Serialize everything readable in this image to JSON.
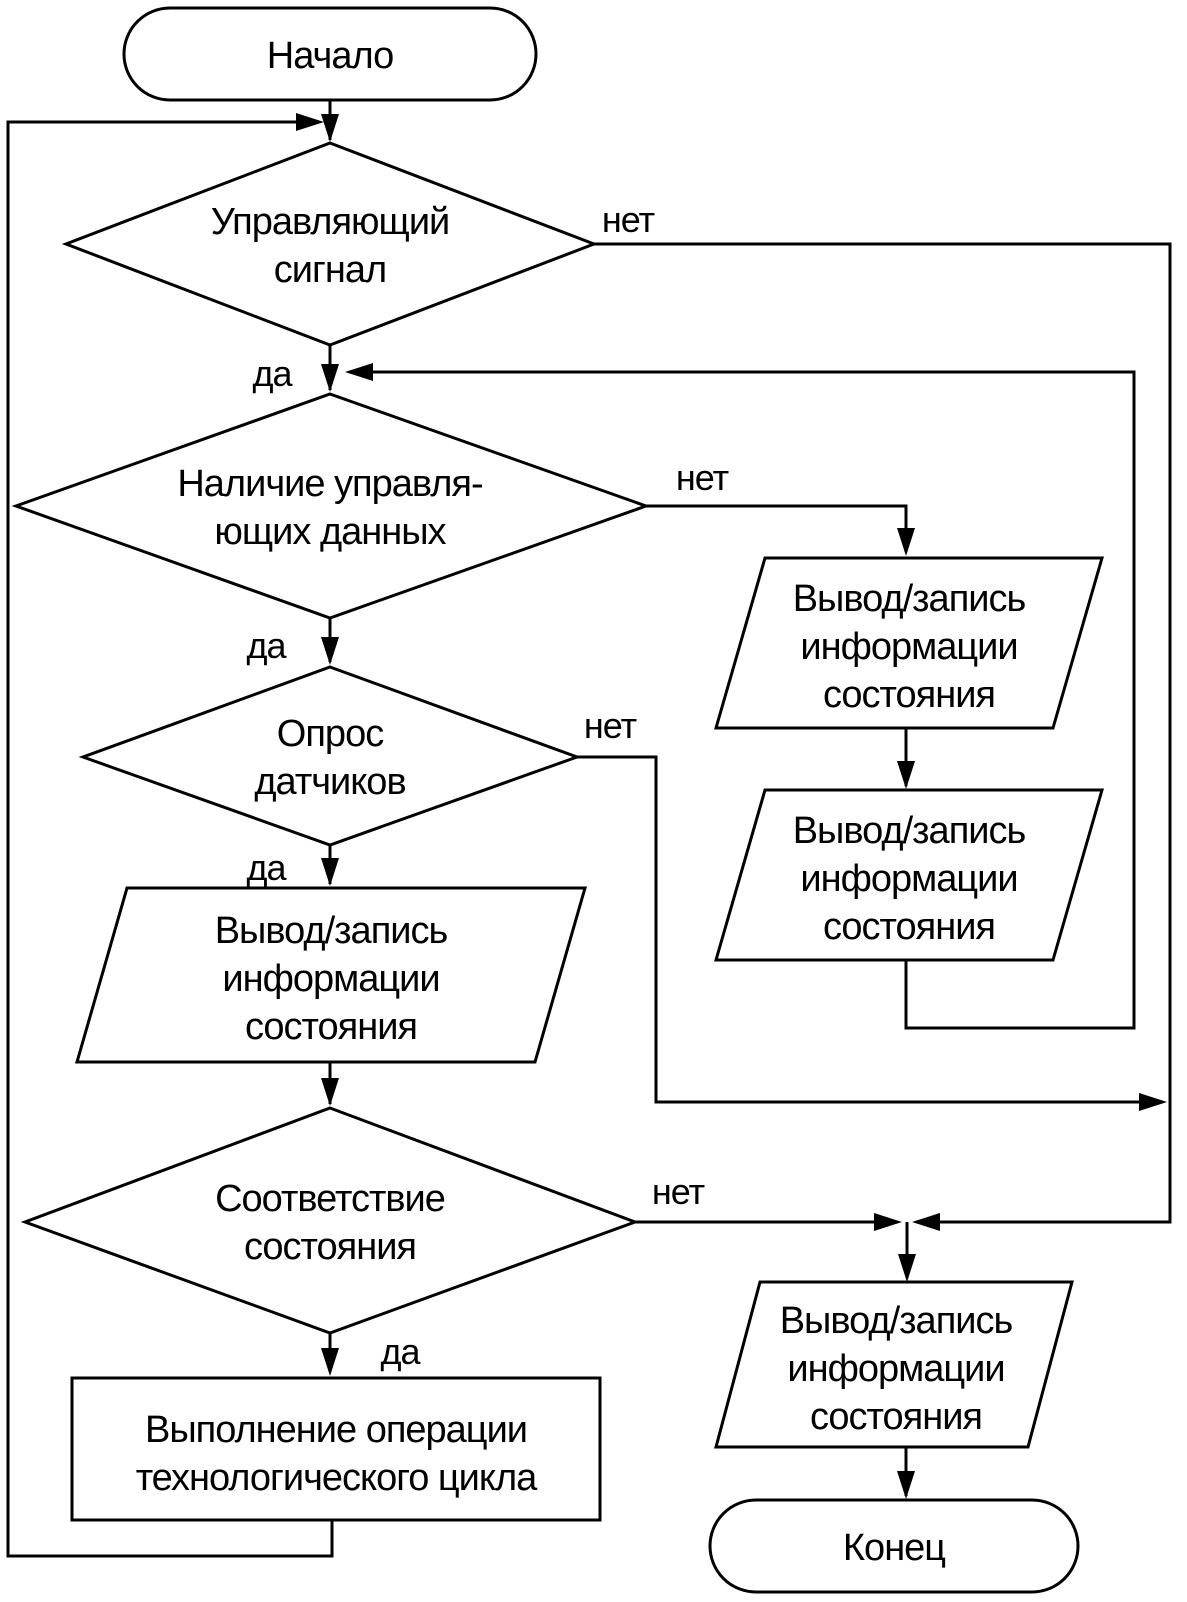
{
  "flowchart": {
    "nodes": {
      "start": {
        "label": "Начало"
      },
      "decision_control_signal": {
        "line1": "Управляющий",
        "line2": "сигнал"
      },
      "decision_control_data": {
        "line1": "Наличие управля-",
        "line2": "ющих данных"
      },
      "decision_sensor_poll": {
        "line1": "Опрос",
        "line2": "датчиков"
      },
      "io_state_left": {
        "line1": "Вывод/запись",
        "line2": "информации",
        "line3": "состояния"
      },
      "decision_state_match": {
        "line1": "Соответствие",
        "line2": "состояния"
      },
      "process_tech_cycle": {
        "line1": "Выполнение операции",
        "line2": "технологического цикла"
      },
      "io_state_right1": {
        "line1": "Вывод/запись",
        "line2": "информации",
        "line3": "состояния"
      },
      "io_state_right2": {
        "line1": "Вывод/запись",
        "line2": "информации",
        "line3": "состояния"
      },
      "io_state_right3": {
        "line1": "Вывод/запись",
        "line2": "информации",
        "line3": "состояния"
      },
      "end": {
        "label": "Конец"
      }
    },
    "branch_labels": {
      "d1_yes": "да",
      "d1_no": "нет",
      "d2_yes": "да",
      "d2_no": "нет",
      "d3_yes": "да",
      "d3_no": "нет",
      "d4_yes": "да",
      "d4_no": "нет"
    },
    "colors": {
      "stroke": "#000000",
      "background": "#ffffff"
    }
  }
}
